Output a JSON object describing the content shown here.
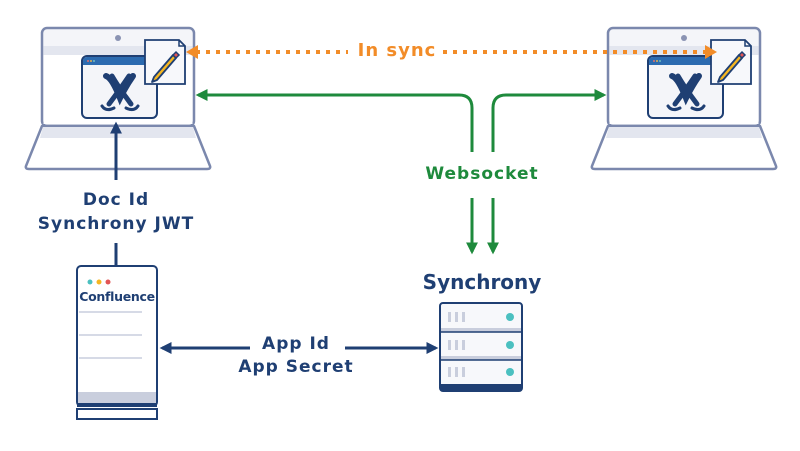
{
  "labels": {
    "in_sync": "In sync",
    "websocket": "Websocket",
    "doc_id": "Doc Id",
    "synchrony_jwt": "Synchrony JWT",
    "synchrony": "Synchrony",
    "app_id": "App Id",
    "app_secret": "App Secret",
    "confluence": "Confluence"
  },
  "nodes": [
    {
      "id": "laptop-left",
      "type": "laptop",
      "content": "editor-window-with-page"
    },
    {
      "id": "laptop-right",
      "type": "laptop",
      "content": "editor-window-with-page"
    },
    {
      "id": "confluence-server",
      "type": "server",
      "label": "Confluence"
    },
    {
      "id": "synchrony-server",
      "type": "server-rack",
      "label": "Synchrony"
    }
  ],
  "edges": [
    {
      "from": "laptop-left",
      "to": "laptop-right",
      "label": "In sync",
      "style": "dotted",
      "direction": "both"
    },
    {
      "from": "synchrony-server",
      "to": "laptop-left",
      "label": "Websocket",
      "style": "solid",
      "direction": "both"
    },
    {
      "from": "synchrony-server",
      "to": "laptop-right",
      "label": "Websocket",
      "style": "solid",
      "direction": "both"
    },
    {
      "from": "confluence-server",
      "to": "laptop-left",
      "label": "Doc Id / Synchrony JWT",
      "style": "solid",
      "direction": "forward"
    },
    {
      "from": "confluence-server",
      "to": "synchrony-server",
      "label": "App Id / App Secret",
      "style": "solid",
      "direction": "both"
    }
  ],
  "colors": {
    "navy": "#1f3f73",
    "green": "#1e8a3c",
    "orange": "#f28c28",
    "outline": "#7b88ad",
    "light": "#e3e6ef",
    "teal": "#4bc0c0"
  }
}
